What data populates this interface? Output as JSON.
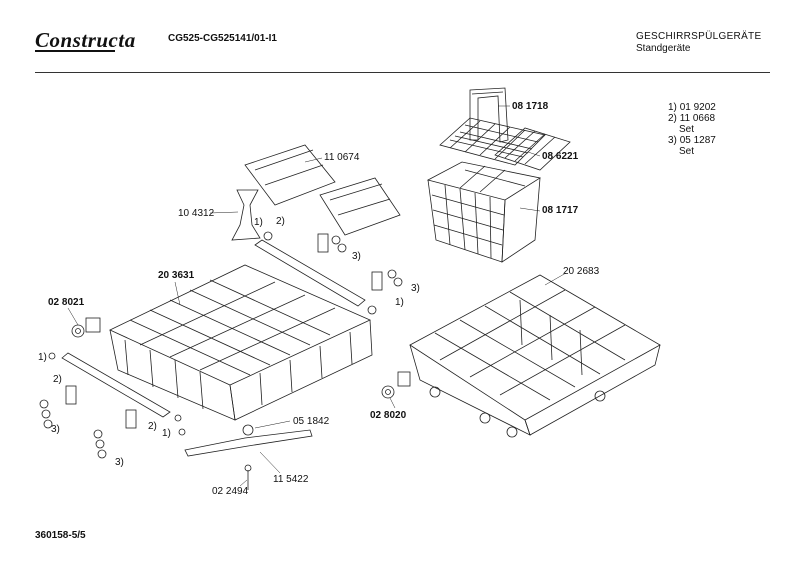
{
  "header": {
    "brand": "Constructa",
    "model": "CG525-CG525141/01-I1",
    "category": "GESCHIRRSPÜLGERÄTE",
    "subcategory": "Standgeräte"
  },
  "legend": [
    {
      "ref": "1)",
      "number": "01 9202",
      "note": ""
    },
    {
      "ref": "2)",
      "number": "11 0668",
      "note": "Set"
    },
    {
      "ref": "3)",
      "number": "05 1287",
      "note": "Set"
    }
  ],
  "parts": {
    "p081718": "08 1718",
    "p086221": "08 6221",
    "p081717": "08 1717",
    "p110674": "11 0674",
    "p104312": "10 4312",
    "p203631": "20 3631",
    "p202683": "20 2683",
    "p028021": "02 8021",
    "p028020": "02 8020",
    "p051842": "05 1842",
    "p115422": "11 5422",
    "p022494": "02 2494"
  },
  "refs": {
    "r1": "1)",
    "r2": "2)",
    "r3": "3)"
  },
  "footer": {
    "doc_number": "360158-5/5"
  }
}
